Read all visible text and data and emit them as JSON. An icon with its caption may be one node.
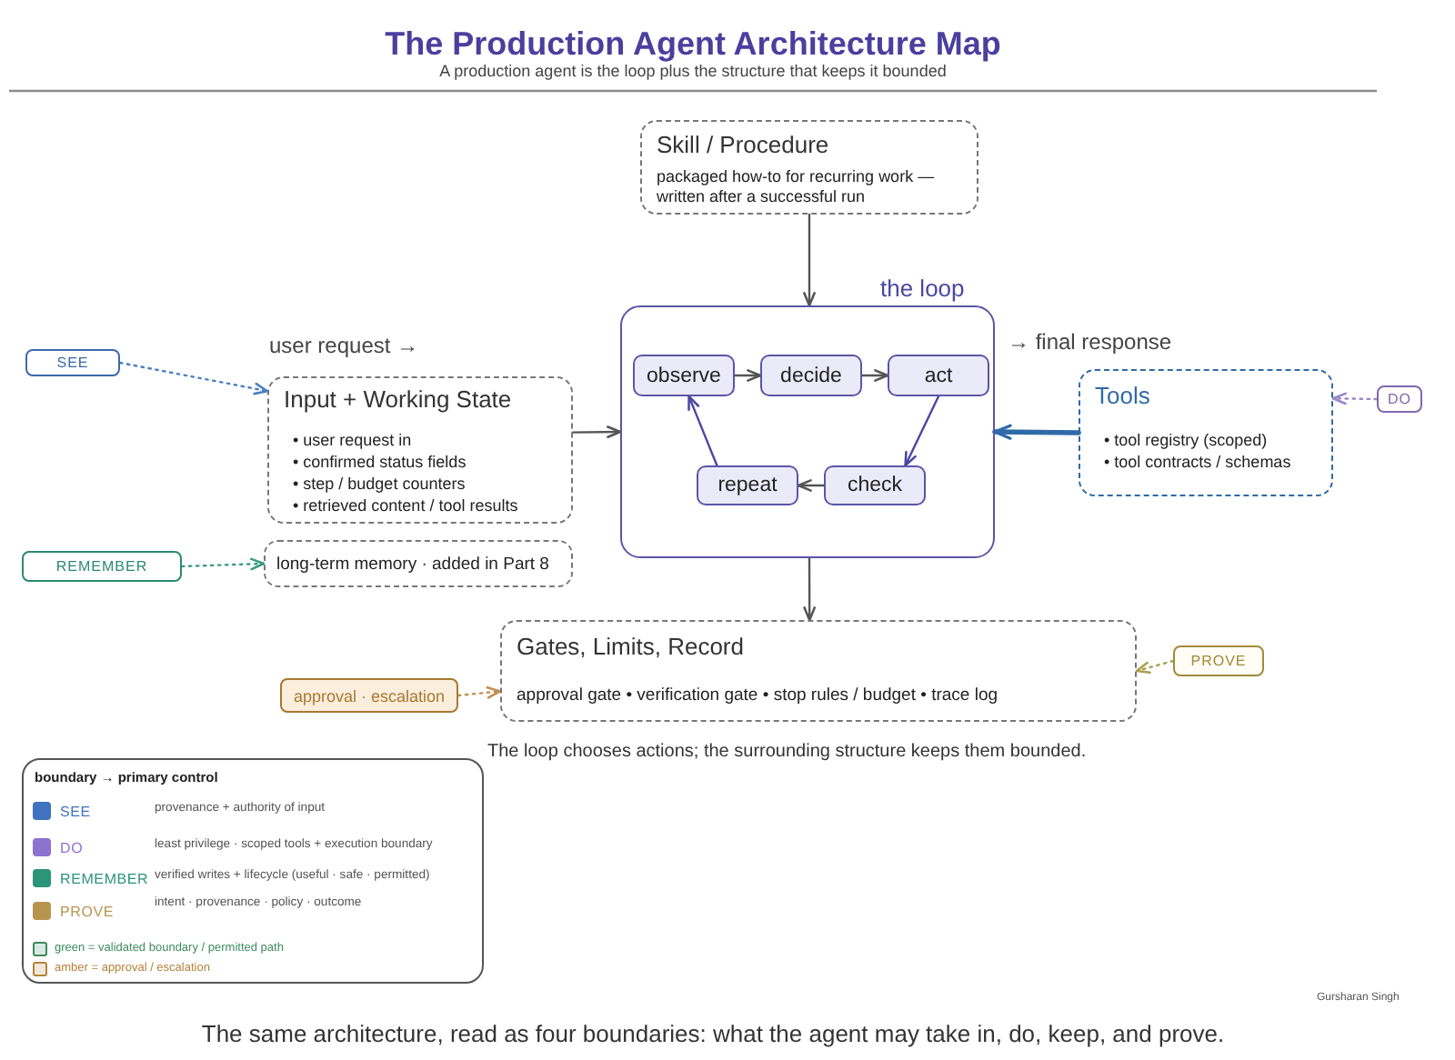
{
  "diagram": {
    "title": "The Production Agent Architecture Map",
    "caption": "The same architecture, read as four boundaries: what the agent may take in, do, keep, and prove.",
    "nodes": [
      {
        "text": [
          "Skill / Procedure",
          "packaged how-to for recurring work — written after a successful run"
        ]
      },
      {
        "text": [
          "SEE"
        ]
      },
      {
        "text": [
          "Input + Working State",
          "• user request in",
          "• confirmed status fields",
          "• step / budget counters",
          "• retrieved content / tool results"
        ],
        "beside": [
          "user request →"
        ]
      },
      {
        "text": [
          "the loop"
        ],
        "beside": [
          "→ final response"
        ]
      },
      {
        "text": [
          "observe"
        ],
        "in": 3
      },
      {
        "text": [
          "decide"
        ],
        "in": 3
      },
      {
        "text": [
          "act"
        ],
        "in": 3
      },
      {
        "text": [
          "repeat"
        ],
        "in": 3
      },
      {
        "text": [
          "check"
        ],
        "in": 3
      },
      {
        "text": [
          "Tools",
          "• tool registry (scoped)",
          "• tool contracts / schemas"
        ]
      },
      {
        "text": [
          "DO"
        ]
      },
      {
        "text": [
          "REMEMBER"
        ]
      },
      {
        "text": [
          "long-term memory · added in Part 8"
        ]
      },
      {
        "text": [
          "Gates, Limits, Record",
          "approval gate • verification gate • stop rules / budget • trace log"
        ]
      },
      {
        "text": [
          "approval · escalation"
        ]
      },
      {
        "text": [
          "PROVE"
        ]
      }
    ],
    "edges": [
      {
        "from": 0,
        "to": 3,
        "arrow": "to"
      },
      {
        "from": 2,
        "to": 3,
        "arrow": "to"
      },
      {
        "from": 9,
        "to": 3,
        "arrow": "to",
        "style": "thick",
        "color": "#2f6aa8"
      },
      {
        "from": 3,
        "to": 13,
        "arrow": "to"
      },
      {
        "from": 4,
        "to": 5,
        "arrow": "to"
      },
      {
        "from": 5,
        "to": 6,
        "arrow": "to"
      },
      {
        "from": 6,
        "to": 8,
        "arrow": "to",
        "color": "#4b47a3"
      },
      {
        "from": 8,
        "to": 7,
        "arrow": "to"
      },
      {
        "from": 7,
        "to": 4,
        "arrow": "to",
        "color": "#4b47a3"
      },
      {
        "from": 1,
        "to": 2,
        "arrow": "to",
        "style": "dashed",
        "color": "#4a80c0"
      },
      {
        "from": 11,
        "to": 12,
        "arrow": "to",
        "style": "dashed",
        "color": "#3a9a80"
      },
      {
        "from": 10,
        "to": 9,
        "arrow": "to",
        "style": "dashed",
        "color": "#9a88c8"
      },
      {
        "from": 14,
        "to": 13,
        "arrow": "to",
        "style": "dashed",
        "color": "#c09050"
      },
      {
        "from": 15,
        "to": 13,
        "arrow": "to",
        "style": "dashed",
        "color": "#a8a050"
      }
    ],
    "labels": [
      "A production agent is the loop plus the structure that keeps it bounded",
      "The loop chooses actions; the surrounding structure keeps them bounded.",
      "boundary → primary control",
      "provenance + authority of input",
      "least privilege · scoped tools + execution boundary",
      "verified writes + lifecycle (useful · safe · permitted)",
      "intent · provenance · policy · outcome",
      "Gursharan Singh"
    ],
    "legend": [
      {
        "text": "SEE",
        "color": "#3f72c0"
      },
      {
        "text": "DO",
        "color": "#8d72cf"
      },
      {
        "text": "REMEMBER",
        "color": "#2c9478"
      },
      {
        "text": "PROVE",
        "color": "#b8954e"
      },
      {
        "text": "green = validated boundary / permitted path",
        "color": "#3d8a5f"
      },
      {
        "text": "amber = approval / escalation",
        "color": "#b5823a"
      }
    ]
  }
}
